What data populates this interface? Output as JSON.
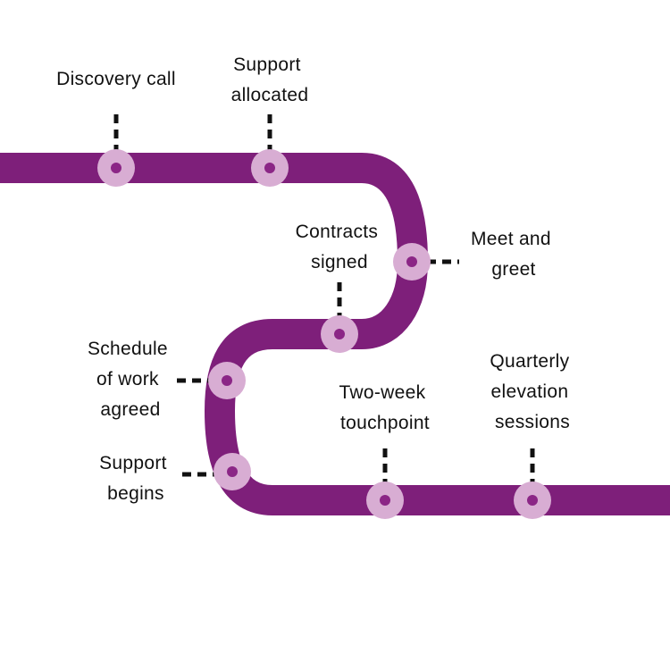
{
  "colors": {
    "track": "#7E1F7A",
    "stop_ring": "#D8ADD3",
    "stop_center": "#8B2686",
    "connector": "#111111",
    "text": "#111111"
  },
  "stops": [
    {
      "id": "discovery-call",
      "lines": [
        "Discovery call"
      ]
    },
    {
      "id": "support-allocated",
      "lines": [
        "Support",
        "allocated"
      ]
    },
    {
      "id": "meet-and-greet",
      "lines": [
        "Meet and",
        "greet"
      ]
    },
    {
      "id": "contracts-signed",
      "lines": [
        "Contracts",
        "signed"
      ]
    },
    {
      "id": "schedule-of-work-agreed",
      "lines": [
        "Schedule",
        "of work",
        "agreed"
      ]
    },
    {
      "id": "support-begins",
      "lines": [
        "Support",
        "begins"
      ]
    },
    {
      "id": "two-week-touchpoint",
      "lines": [
        "Two-week",
        "touchpoint"
      ]
    },
    {
      "id": "quarterly-elevation-sessions",
      "lines": [
        "Quarterly",
        "elevation",
        "sessions"
      ]
    }
  ]
}
